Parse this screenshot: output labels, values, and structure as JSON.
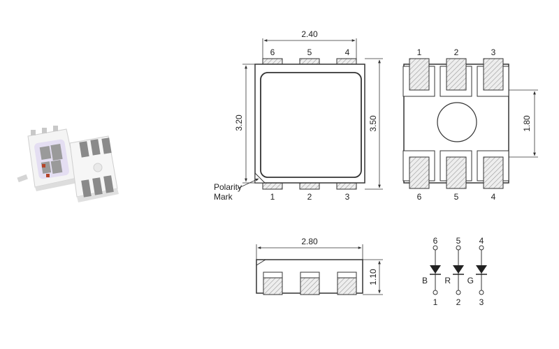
{
  "dimensions": {
    "top_width": "2.40",
    "top_height": "3.20",
    "outer_height": "3.50",
    "pad_pitch": "1.80",
    "side_length": "2.80",
    "side_height": "1.10"
  },
  "top_view": {
    "pins_top": [
      "6",
      "5",
      "4"
    ],
    "pins_bottom": [
      "1",
      "2",
      "3"
    ],
    "polarity_mark": [
      "Polarity",
      "Mark"
    ]
  },
  "bottom_view": {
    "pins_top": [
      "1",
      "2",
      "3"
    ],
    "pins_bottom": [
      "6",
      "5",
      "4"
    ]
  },
  "schematic": {
    "pins_top": [
      "6",
      "5",
      "4"
    ],
    "leds": [
      "B",
      "R",
      "G"
    ],
    "pins_bottom": [
      "1",
      "2",
      "3"
    ]
  },
  "colors": {
    "outline": "#333333",
    "hatch": "#999999",
    "pad_fill": "#e6e6e6",
    "led_body": "#ffffff",
    "led_window": "#e3def0",
    "led_pad": "#8a8a8a",
    "chip": "#b5452a"
  }
}
